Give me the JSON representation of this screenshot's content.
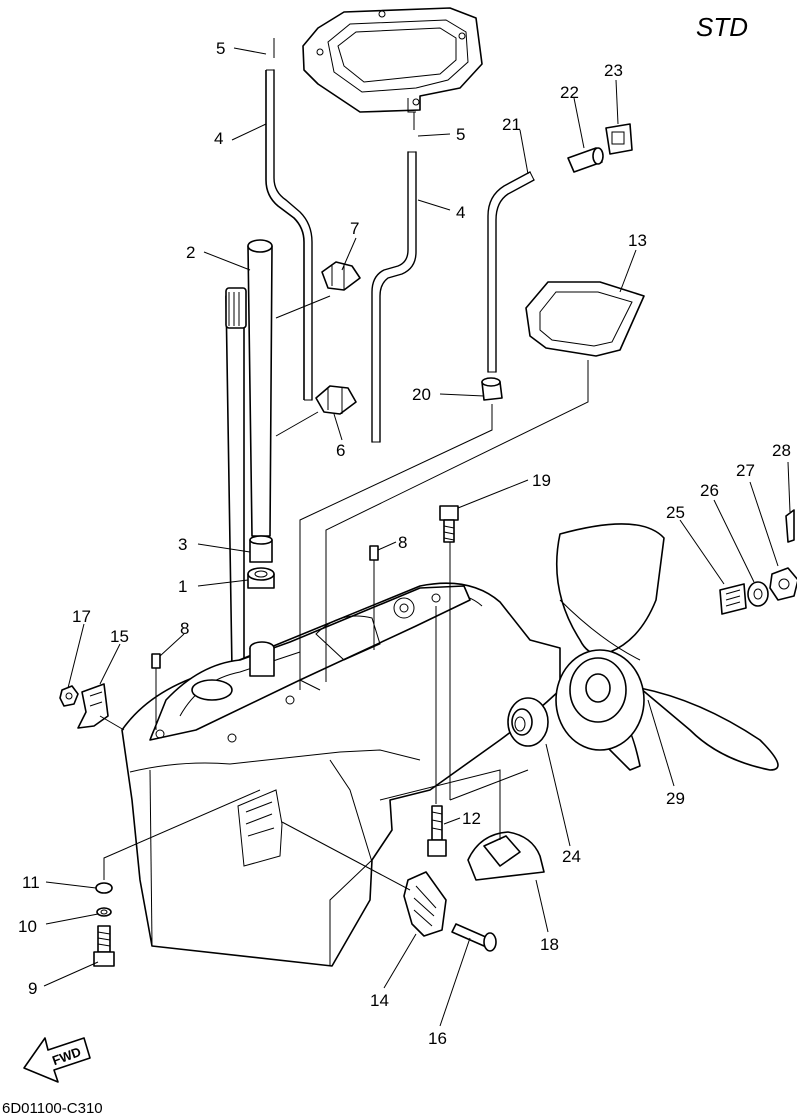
{
  "diagram": {
    "corner_label": "STD",
    "drawing_code": "6D01100-C310",
    "fwd_label": "FWD",
    "callouts": [
      "1",
      "2",
      "3",
      "4",
      "4",
      "5",
      "5",
      "6",
      "7",
      "8",
      "8",
      "9",
      "10",
      "11",
      "12",
      "13",
      "14",
      "15",
      "16",
      "17",
      "18",
      "19",
      "20",
      "21",
      "22",
      "23",
      "24",
      "25",
      "26",
      "27",
      "28",
      "29"
    ]
  },
  "colors": {
    "ink": "#000000",
    "paper": "#ffffff"
  }
}
